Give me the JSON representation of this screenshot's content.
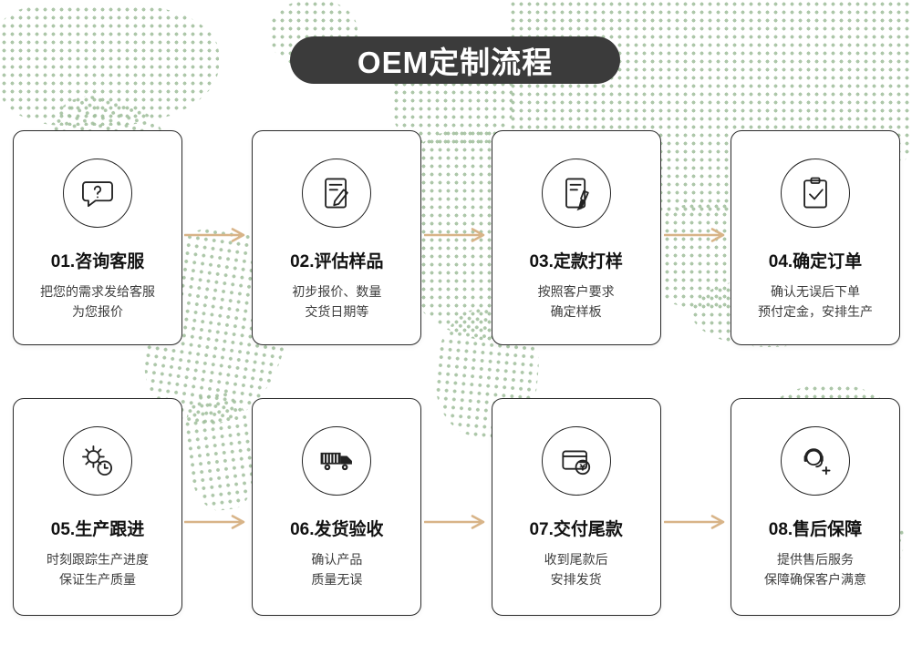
{
  "title": "OEM定制流程",
  "colors": {
    "banner_bg": "#3b3b3b",
    "banner_text": "#ffffff",
    "arrow": "#d8b488",
    "map_dot": "#9fbe9b",
    "card_border": "#2a2a2a",
    "icon_stroke": "#222222"
  },
  "cards": [
    {
      "icon": "chat-question-icon",
      "step_title": "01.咨询客服",
      "desc": "把您的需求发给客服\n为您报价"
    },
    {
      "icon": "document-edit-icon",
      "step_title": "02.评估样品",
      "desc": "初步报价、数量\n交货日期等"
    },
    {
      "icon": "document-pen-icon",
      "step_title": "03.定款打样",
      "desc": "按照客户要求\n确定样板"
    },
    {
      "icon": "clipboard-check-icon",
      "step_title": "04.确定订单",
      "desc": "确认无误后下单\n预付定金，安排生产"
    },
    {
      "icon": "gear-clock-icon",
      "step_title": "05.生产跟进",
      "desc": "时刻跟踪生产进度\n保证生产质量"
    },
    {
      "icon": "truck-icon",
      "step_title": "06.发货验收",
      "desc": "确认产品\n质量无误"
    },
    {
      "icon": "wallet-yuan-icon",
      "step_title": "07.交付尾款",
      "desc": "收到尾款后\n安排发货"
    },
    {
      "icon": "headset-support-icon",
      "step_title": "08.售后保障",
      "desc": "提供售后服务\n保障确保客户满意"
    }
  ]
}
